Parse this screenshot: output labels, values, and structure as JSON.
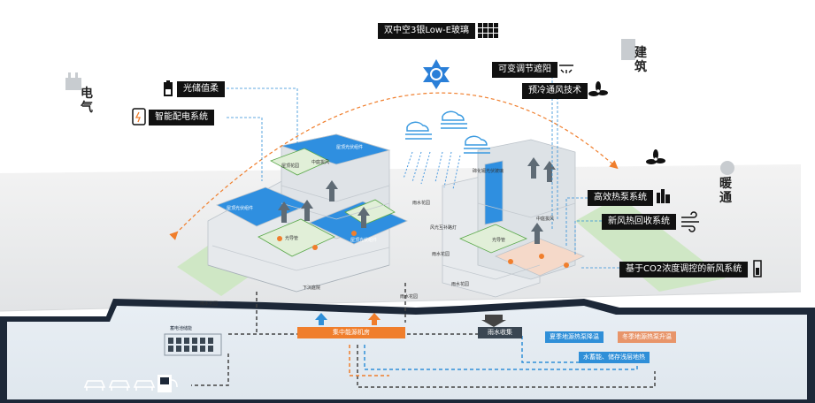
{
  "top": {
    "glass": "双中空3银Low-E玻璃"
  },
  "categories": {
    "electric": [
      "电",
      "气"
    ],
    "building": [
      "建",
      "筑"
    ],
    "hvac": [
      "暖",
      "通"
    ]
  },
  "left_features": [
    {
      "label": "光储值柔",
      "icon": "battery-icon"
    },
    {
      "label": "智能配电系统",
      "icon": "distribution-box-icon"
    }
  ],
  "top_features": [
    {
      "label": "可变调节遮阳",
      "icon": "sun-shade-icon"
    },
    {
      "label": "预冷通风技术",
      "icon": "fan-icon"
    }
  ],
  "right_features": [
    {
      "label": "高效热泵系统",
      "icon": "heat-pump-icon"
    },
    {
      "label": "新风热回收系统",
      "icon": "wind-icon"
    },
    {
      "label": "基于CO2浓度调控的新风系统",
      "icon": "co2-icon"
    }
  ],
  "building_labels": {
    "pv_roof_1": "屋顶光伏组件",
    "roof_garden": "屋顶花园",
    "courtyard_wind": "中庭拔风",
    "pv_roof_2": "屋顶光伏组件",
    "light_pipe_1": "光导管",
    "pv_roof_3": "屋顶光伏组件",
    "sunken_court": "下沉庭院",
    "rain_garden_1": "雨水花园",
    "rain_garden_2": "雨水花园",
    "rain_garden_3": "雨水花园",
    "rain_garden_4": "雨水花园",
    "rain_garden_5": "雨水花园",
    "wind_pv_light": "风光互补路灯",
    "light_pipe_2": "光导管",
    "facade_pv": "碲化镉光伏玻璃",
    "courtyard_wind_2": "中庭拔风"
  },
  "underground": {
    "battery_room": "蓄电池储能",
    "energy_room": "集中能源机房",
    "rain_collect": "雨水收集",
    "summer": "夏季地源热泵降温",
    "winter": "冬季地源热泵升温",
    "storage": "水蓄能、储存浅层地热"
  },
  "colors": {
    "accent_orange": "#f07e2c",
    "accent_blue": "#2f8fd8",
    "pv_blue": "#2f8fe0",
    "underground": "#1d2838"
  }
}
